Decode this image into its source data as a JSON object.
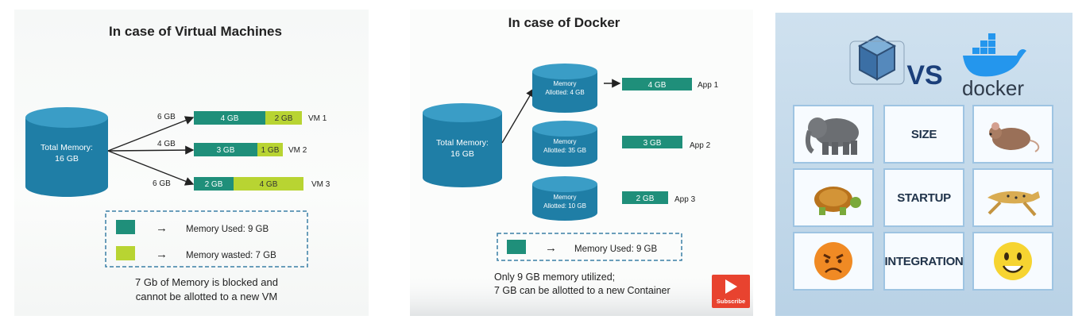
{
  "vm_panel": {
    "title": "In case of Virtual Machines",
    "total_memory": [
      "Total Memory:",
      "16 GB"
    ],
    "rows": [
      {
        "alloc": "6 GB",
        "used": "4 GB",
        "wasted": "2 GB",
        "vm": "VM 1"
      },
      {
        "alloc": "4 GB",
        "used": "3 GB",
        "wasted": "1 GB",
        "vm": "VM 2"
      },
      {
        "alloc": "6 GB",
        "used": "2 GB",
        "wasted": "4 GB",
        "vm": "VM 3"
      }
    ],
    "legend": {
      "used": "Memory Used: 9 GB",
      "wasted": "Memory wasted: 7 GB",
      "arrow": "→"
    },
    "footer": [
      "7 Gb of Memory is blocked and",
      "cannot be allotted to a new VM"
    ]
  },
  "docker_panel": {
    "title": "In case of Docker",
    "total_memory": [
      "Total Memory:",
      "16 GB"
    ],
    "containers": [
      {
        "allotted": [
          "Memory",
          "Allotted: 4 GB"
        ],
        "bar": "4 GB",
        "app": "App 1"
      },
      {
        "allotted": [
          "Memory",
          "Allotted: 35 GB"
        ],
        "bar": "3 GB",
        "app": "App 2"
      },
      {
        "allotted": [
          "Memory",
          "Allotted: 10 GB"
        ],
        "bar": "2 GB",
        "app": "App 3"
      }
    ],
    "legend": {
      "used": "Memory Used: 9 GB",
      "arrow": "→"
    },
    "footer": [
      "Only 9 GB memory utilized;",
      "7 GB can be allotted to a new Container"
    ],
    "subscribe": "Subscribe"
  },
  "compare_panel": {
    "vs": "VS",
    "docker_word": "docker",
    "rows": [
      {
        "label": "SIZE",
        "left_icon": "elephant-icon",
        "right_icon": "mouse-icon"
      },
      {
        "label": "STARTUP",
        "left_icon": "turtle-icon",
        "right_icon": "cheetah-icon"
      },
      {
        "label": "INTEGRATION",
        "left_icon": "angry-face-icon",
        "right_icon": "smiley-face-icon"
      }
    ]
  },
  "colors": {
    "teal": "#1f8f7a",
    "lime": "#b8d432",
    "cylinder": "#1f7ea6",
    "accent_red": "#e8432f"
  }
}
